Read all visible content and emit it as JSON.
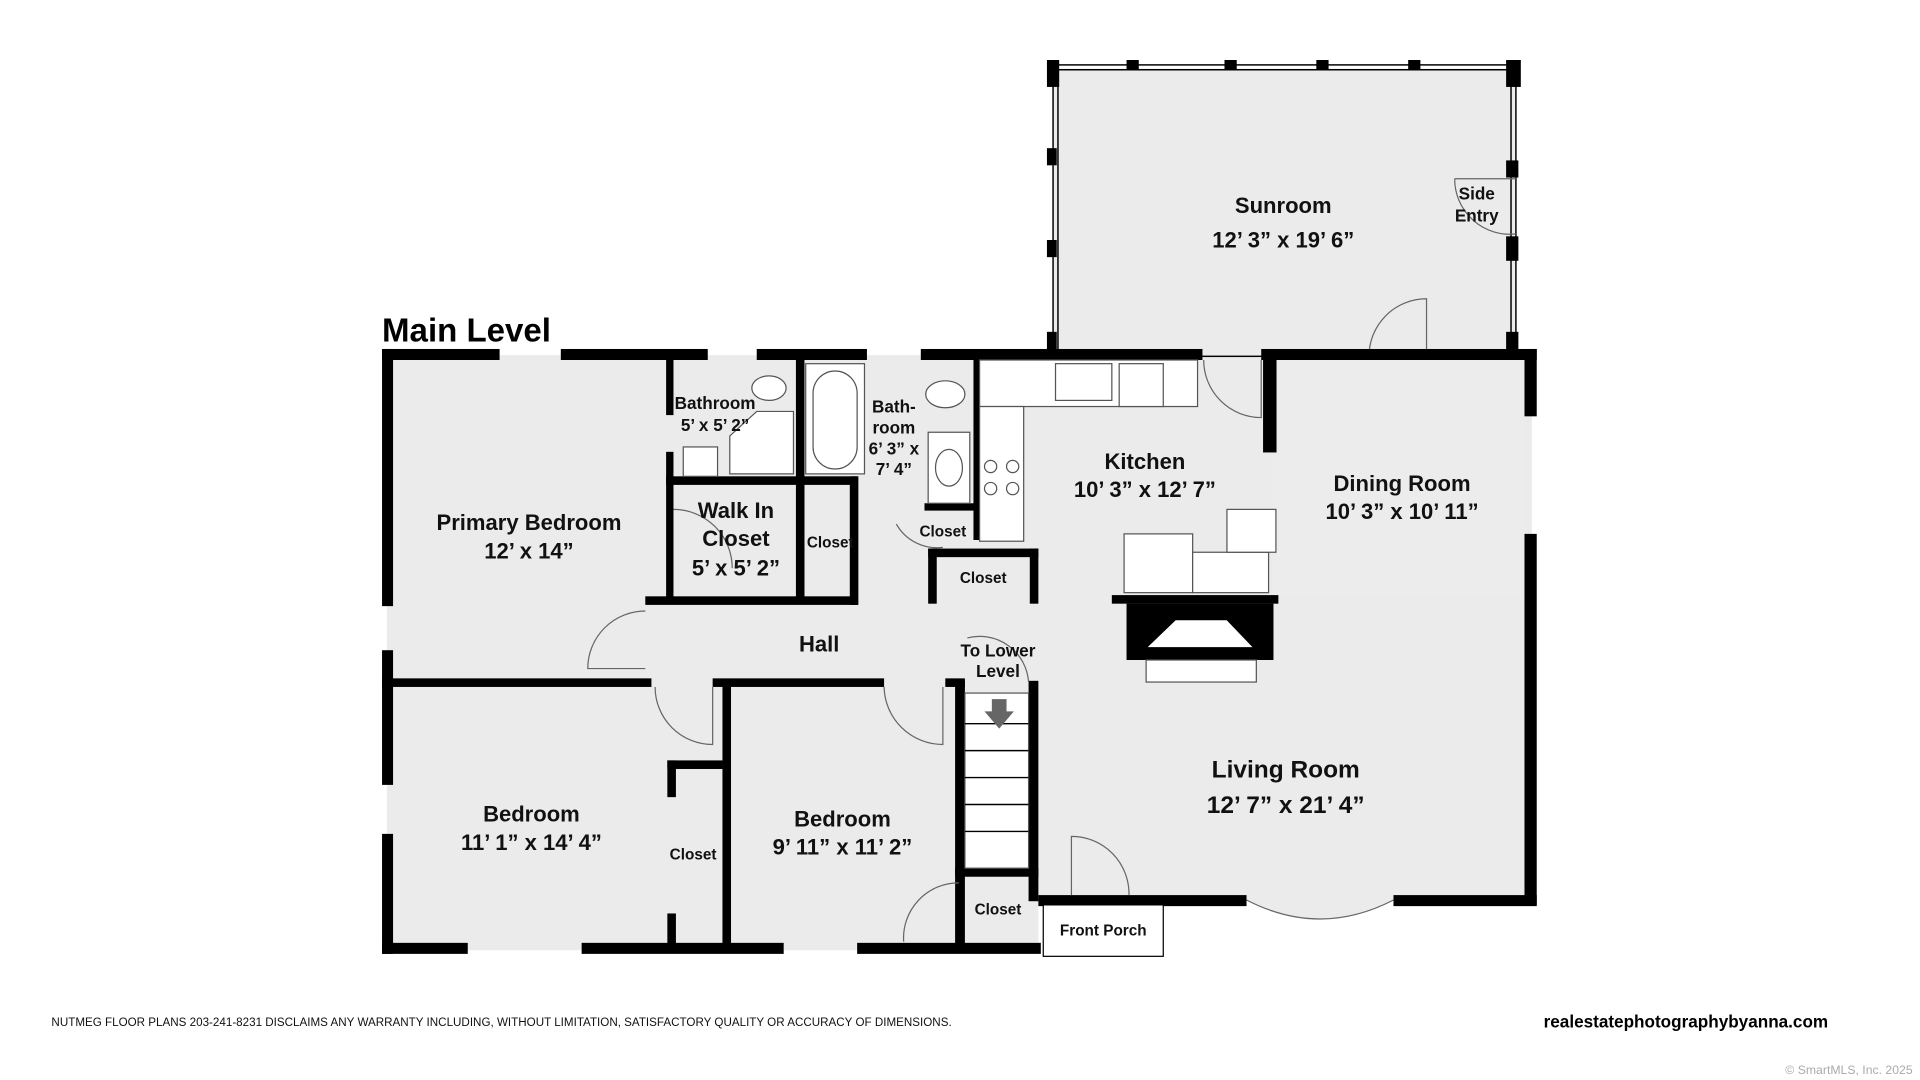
{
  "title": "Main Level",
  "rooms": {
    "sunroom": {
      "name": "Sunroom",
      "dims": "12’ 3” x 19’ 6”"
    },
    "side_entry": {
      "line1": "Side",
      "line2": "Entry"
    },
    "kitchen": {
      "name": "Kitchen",
      "dims": "10’ 3” x 12’ 7”"
    },
    "dining": {
      "name": "Dining Room",
      "dims": "10’ 3” x 10’ 11”"
    },
    "living": {
      "name": "Living Room",
      "dims": "12’ 7” x 21’ 4”"
    },
    "primary": {
      "name": "Primary Bedroom",
      "dims": "12’ x 14”"
    },
    "bath1": {
      "name": "Bathroom",
      "dims": "5’ x 5’ 2”"
    },
    "bath2": {
      "line1": "Bath-",
      "line2": "room",
      "line3": "6’ 3” x",
      "line4": "7’ 4”"
    },
    "walkin": {
      "line1": "Walk In",
      "line2": "Closet",
      "line3": "5’ x 5’ 2”"
    },
    "closet": "Closet",
    "hall": "Hall",
    "lower": {
      "line1": "To Lower",
      "line2": "Level"
    },
    "bedroom1": {
      "name": "Bedroom",
      "dims": "11’ 1” x 14’ 4”"
    },
    "bedroom2": {
      "name": "Bedroom",
      "dims": "9’ 11” x 11’ 2”"
    },
    "porch": "Front Porch"
  },
  "footer": {
    "disclaimer": "NUTMEG FLOOR PLANS 203-241-8231 DISCLAIMS ANY WARRANTY INCLUDING, WITHOUT LIMITATION, SATISFACTORY QUALITY OR ACCURACY OF DIMENSIONS.",
    "website": "realestatephotographybyanna.com",
    "copyright": "© SmartMLS, Inc. 2025"
  }
}
